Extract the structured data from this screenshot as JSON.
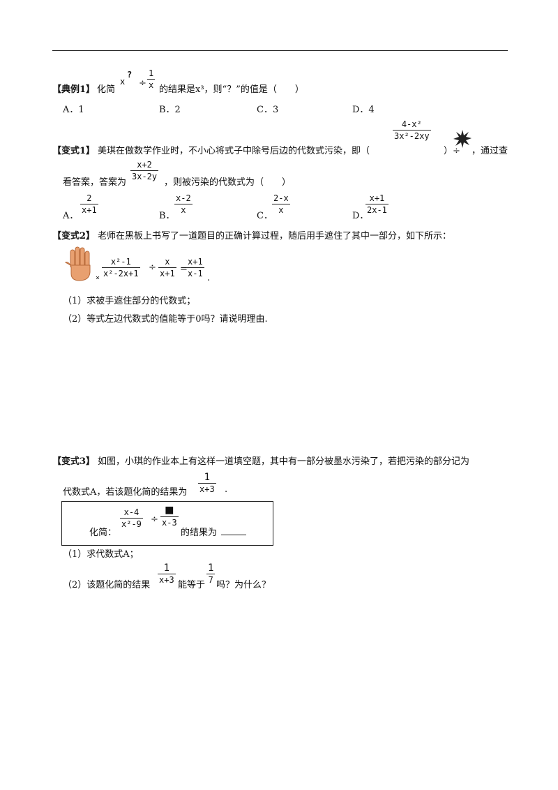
{
  "ex1": {
    "tag": "【典例1】",
    "lead": "化简",
    "base": "x",
    "exp": "?",
    "div": "÷",
    "frac_num": "1",
    "frac_den": "x",
    "tail": "的结果是x³，则“？”的值是（　　）",
    "options": [
      "A．1",
      "B．2",
      "C．3",
      "D．4"
    ]
  },
  "var1": {
    "tag": "【变式1】",
    "text": "美琪在做数学作业时，不小心将式子中除号后边的代数式污染，即（",
    "frac_num": "4-x²",
    "frac_den": "3x²-2xy",
    "close": "）÷",
    "after": "，通过查",
    "line2a": "看答案，答案为",
    "ans_num": "x+2",
    "ans_den": "3x-2y",
    "line2b": "，则被污染的代数式为（　　）",
    "opt_labels": [
      "A．",
      "B．",
      "C．",
      "D．"
    ],
    "opt_nums": [
      "2",
      "x-2",
      "2-x",
      "x+1"
    ],
    "opt_dens": [
      "x+1",
      "x",
      "x",
      "2x-1"
    ]
  },
  "var2": {
    "tag": "【变式2】",
    "text": "老师在黑板上书写了一道题目的正确计算过程，随后用手遮住了其中一部分，如下所示：",
    "times": "×",
    "f1_num": "x²-1",
    "f1_den": "x²-2x+1",
    "div": "÷",
    "f2_num": "x",
    "f2_den": "x+1",
    "eq": "=",
    "f3_num": "x+1",
    "f3_den": "x-1",
    "period": ".",
    "q1": "（1）求被手遮住部分的代数式；",
    "q2": "（2）等式左边代数式的值能等于0吗？请说明理由."
  },
  "var3": {
    "tag": "【变式3】",
    "text": "如图，小琪的作业本上有这样一道填空题，其中有一部分被墨水污染了，若把污染的部分记为",
    "line2a": "代数式A，若该题化简的结果为",
    "res_num": "1",
    "res_den": "x+3",
    "period": ".",
    "box_label": "化简：",
    "b1_num": "x-4",
    "b1_den": "x²-9",
    "div": "÷",
    "b2_num": "■",
    "b2_den": "x-3",
    "box_tail": "的结果为",
    "q1": "（1）求代数式A；",
    "q2a": "（2）该题化简的结果",
    "q2_num": "1",
    "q2_den": "x+3",
    "q2b": "能等于",
    "q2_num2": "1",
    "q2_den2": "7",
    "q2c": "吗？为什么？"
  }
}
